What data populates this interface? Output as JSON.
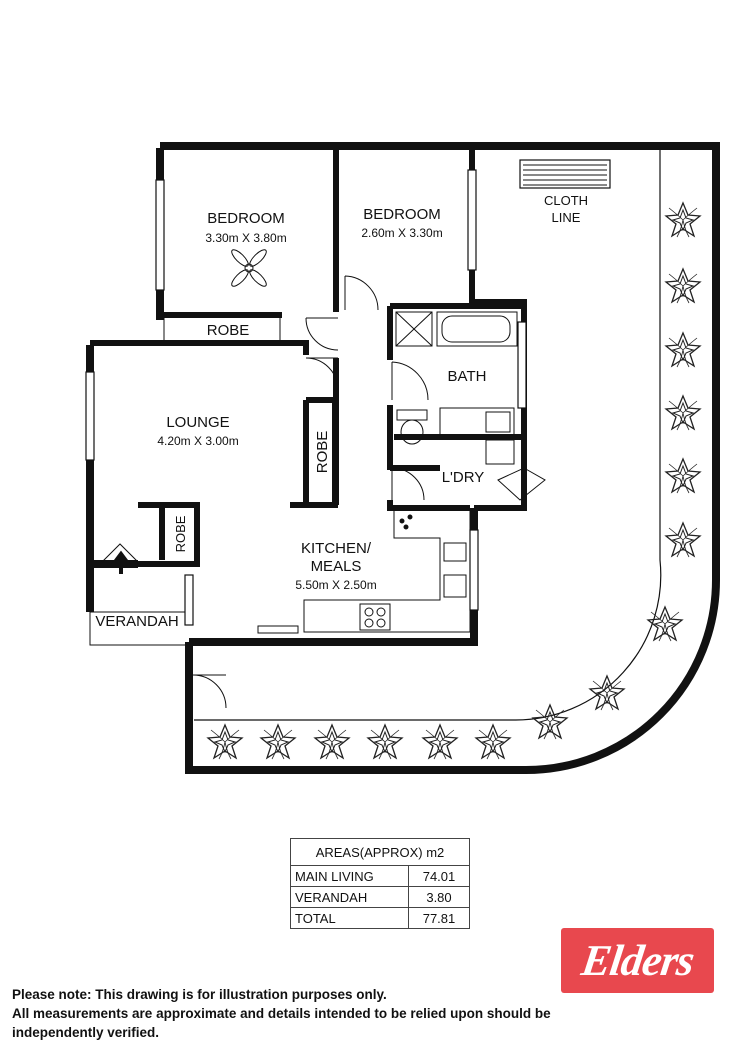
{
  "rooms": {
    "bedroom1": {
      "name": "BEDROOM",
      "size": "3.30m X 3.80m"
    },
    "bedroom2": {
      "name": "BEDROOM",
      "size": "2.60m X 3.30m"
    },
    "cloth_line": {
      "line1": "CLOTH",
      "line2": "LINE"
    },
    "robe_bed": "ROBE",
    "bath": "BATH",
    "lounge": {
      "name": "LOUNGE",
      "size": "4.20m X 3.00m"
    },
    "robe_hall": "ROBE",
    "laundry": "L'DRY",
    "robe_lounge": "ROBE",
    "kitchen": {
      "name1": "KITCHEN/",
      "name2": "MEALS",
      "size": "5.50m X 2.50m"
    },
    "verandah": "VERANDAH"
  },
  "areas": {
    "heading": "AREAS(APPROX) m2",
    "rows": [
      {
        "label": "MAIN LIVING",
        "value": "74.01"
      },
      {
        "label": "VERANDAH",
        "value": "3.80"
      },
      {
        "label": "TOTAL",
        "value": "77.81"
      }
    ]
  },
  "logo": {
    "text": "Elders",
    "color": "#e8484e"
  },
  "note": {
    "line1": "Please note: This drawing is for illustration purposes only.",
    "line2": "All measurements are approximate and details intended to be relied upon should be",
    "line3": "independently verified."
  }
}
